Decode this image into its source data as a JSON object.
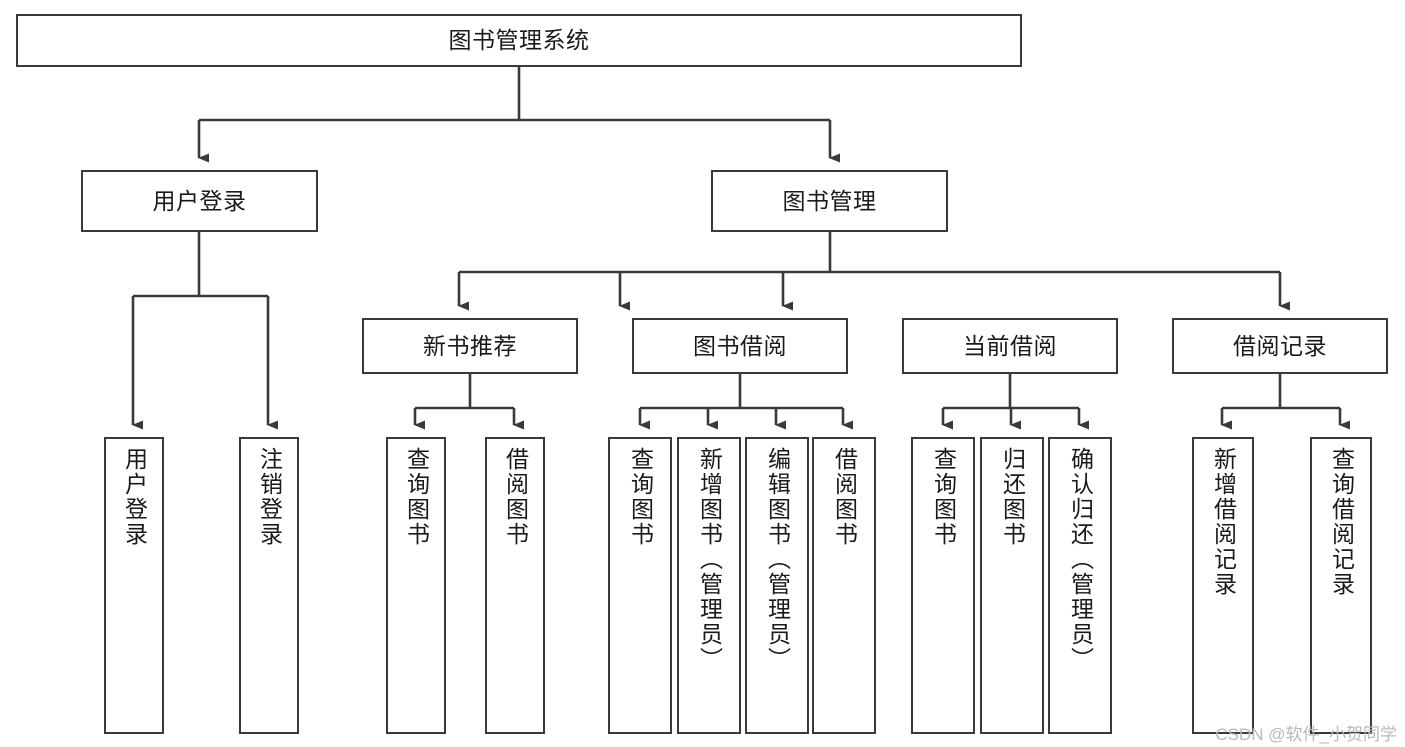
{
  "diagram": {
    "title": "图书管理系统",
    "type": "tree-hierarchy",
    "root": {
      "id": "root",
      "label": "图书管理系统"
    },
    "level2": [
      {
        "id": "user-login",
        "label": "用户登录"
      },
      {
        "id": "book-manage",
        "label": "图书管理"
      }
    ],
    "level3": [
      {
        "id": "new-book-rec",
        "label": "新书推荐",
        "parent": "book-manage"
      },
      {
        "id": "book-borrow",
        "label": "图书借阅",
        "parent": "book-manage"
      },
      {
        "id": "current-borrow",
        "label": "当前借阅",
        "parent": "book-manage"
      },
      {
        "id": "borrow-record",
        "label": "借阅记录",
        "parent": "book-manage"
      }
    ],
    "leaves": [
      {
        "id": "leaf-user-login",
        "label": "用户登录",
        "parent": "user-login"
      },
      {
        "id": "leaf-logout",
        "label": "注销登录",
        "parent": "user-login"
      },
      {
        "id": "leaf-query-book-1",
        "label": "查询图书",
        "parent": "new-book-rec"
      },
      {
        "id": "leaf-borrow-book-1",
        "label": "借阅图书",
        "parent": "new-book-rec"
      },
      {
        "id": "leaf-query-book-2",
        "label": "查询图书",
        "parent": "book-borrow"
      },
      {
        "id": "leaf-add-book",
        "label": "新增图书（管理员）",
        "parent": "book-borrow"
      },
      {
        "id": "leaf-edit-book",
        "label": "编辑图书（管理员）",
        "parent": "book-borrow"
      },
      {
        "id": "leaf-borrow-book-2",
        "label": "借阅图书",
        "parent": "book-borrow"
      },
      {
        "id": "leaf-query-book-3",
        "label": "查询图书",
        "parent": "current-borrow"
      },
      {
        "id": "leaf-return-book",
        "label": "归还图书",
        "parent": "current-borrow"
      },
      {
        "id": "leaf-confirm-return",
        "label": "确认归还（管理员）",
        "parent": "current-borrow"
      },
      {
        "id": "leaf-add-record",
        "label": "新增借阅记录",
        "parent": "borrow-record"
      },
      {
        "id": "leaf-query-record",
        "label": "查询借阅记录",
        "parent": "borrow-record"
      }
    ]
  },
  "watermark": {
    "text": "CSDN @软件_小贺同学"
  },
  "colors": {
    "stroke": "#3a3a3a",
    "fill": "#ffffff",
    "text": "#1a1a1a",
    "watermark": "#b9b9b9"
  }
}
